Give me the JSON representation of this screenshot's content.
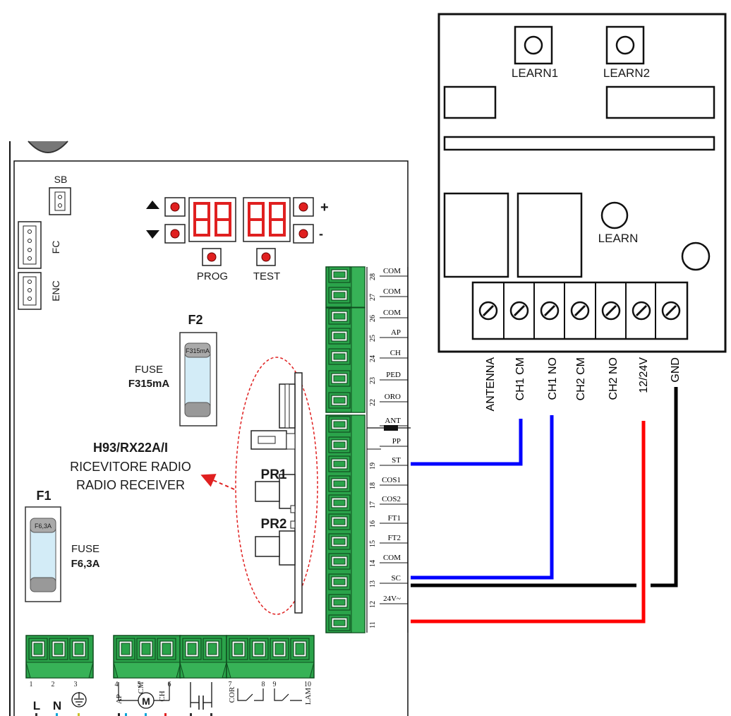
{
  "controller": {
    "sb_label": "SB",
    "fc_label": "FC",
    "enc_label": "ENC",
    "prog_label": "PROG",
    "test_label": "TEST",
    "plus_label": "+",
    "minus_label": "-",
    "f2": {
      "title": "F2",
      "cap": "F315mA",
      "fuse_word": "FUSE",
      "rating": "F315mA"
    },
    "f1": {
      "title": "F1",
      "cap": "F6,3A",
      "fuse_word": "FUSE",
      "rating": "F6,3A"
    },
    "receiver_model": "H93/RX22A/I",
    "receiver_it": "RICEVITORE RADIO",
    "receiver_en": "RADIO RECEIVER",
    "pr1": "PR1",
    "pr2": "PR2",
    "terminals": [
      {
        "num": "28",
        "label": "COM"
      },
      {
        "num": "27",
        "label": "COM"
      },
      {
        "num": "26",
        "label": "COM"
      },
      {
        "num": "25",
        "label": "AP"
      },
      {
        "num": "24",
        "label": "CH"
      },
      {
        "num": "23",
        "label": "PED"
      },
      {
        "num": "22",
        "label": "ORO"
      },
      {
        "num": "",
        "label": "ANT"
      },
      {
        "num": "",
        "label": "PP"
      },
      {
        "num": "19",
        "label": "ST"
      },
      {
        "num": "18",
        "label": "COS1"
      },
      {
        "num": "17",
        "label": "COS2"
      },
      {
        "num": "16",
        "label": "FT1"
      },
      {
        "num": "15",
        "label": "FT2"
      },
      {
        "num": "14",
        "label": "COM"
      },
      {
        "num": "13",
        "label": "SC"
      },
      {
        "num": "12",
        "label": "24V~"
      },
      {
        "num": "11",
        "label": ""
      }
    ],
    "bottom": {
      "nums": [
        "1",
        "2",
        "3",
        "4",
        "5",
        "6",
        "7",
        "8",
        "9",
        "10"
      ],
      "l": "L",
      "n": "N",
      "ap": "AP",
      "cm": "CM",
      "ch": "CH",
      "m": "M",
      "cor": "COR",
      "lam": "LAM"
    }
  },
  "module": {
    "learn1": "LEARN1",
    "learn2": "LEARN2",
    "learn": "LEARN",
    "terminals": [
      "ANTENNA",
      "CH1 CM",
      "CH1 NO",
      "CH2 CM",
      "CH2 NO",
      "12/24V",
      "GND"
    ]
  },
  "colors": {
    "terminal_green": "#2aa34a",
    "led_red": "#e02020",
    "wire_blue": "#0000ff",
    "wire_red": "#ff0000",
    "wire_black": "#000000",
    "leader_red": "#e02020"
  }
}
